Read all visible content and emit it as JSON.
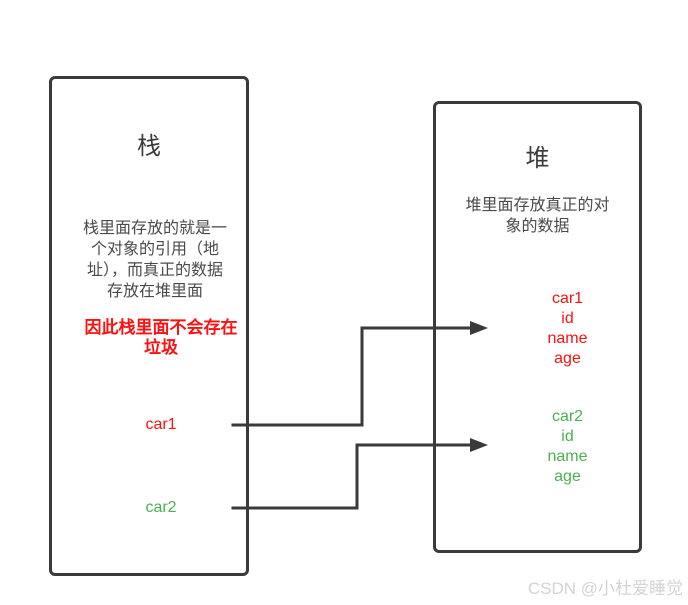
{
  "diagram": {
    "stack_box": {
      "title": "栈",
      "description": "栈里面存放的就是一\n个对象的引用（地\n址），而真正的数据\n存放在堆里面",
      "warning": "因此栈里面不会存在\n垃圾",
      "items": [
        {
          "label": "car1",
          "color": "#ff1010"
        },
        {
          "label": "car2",
          "color": "#4caf50"
        }
      ]
    },
    "heap_box": {
      "title": "堆",
      "description": "堆里面存放真正的对\n象的数据",
      "objects": [
        {
          "lines": "car1\nid\nname\nage",
          "color": "#ff1010"
        },
        {
          "lines": "car2\nid\nname\nage",
          "color": "#4caf50"
        }
      ]
    },
    "arrows": [
      {
        "from": "stack car1",
        "to": "heap car1 object"
      },
      {
        "from": "stack car2",
        "to": "heap car2 object"
      }
    ],
    "colors": {
      "outline": "#3a3a3a",
      "body_text": "#4a4a4a",
      "warning_red": "#ff1010",
      "green": "#4caf50",
      "watermark_gray": "#d4d4d4"
    }
  },
  "watermark": "CSDN @小杜爱睡觉"
}
